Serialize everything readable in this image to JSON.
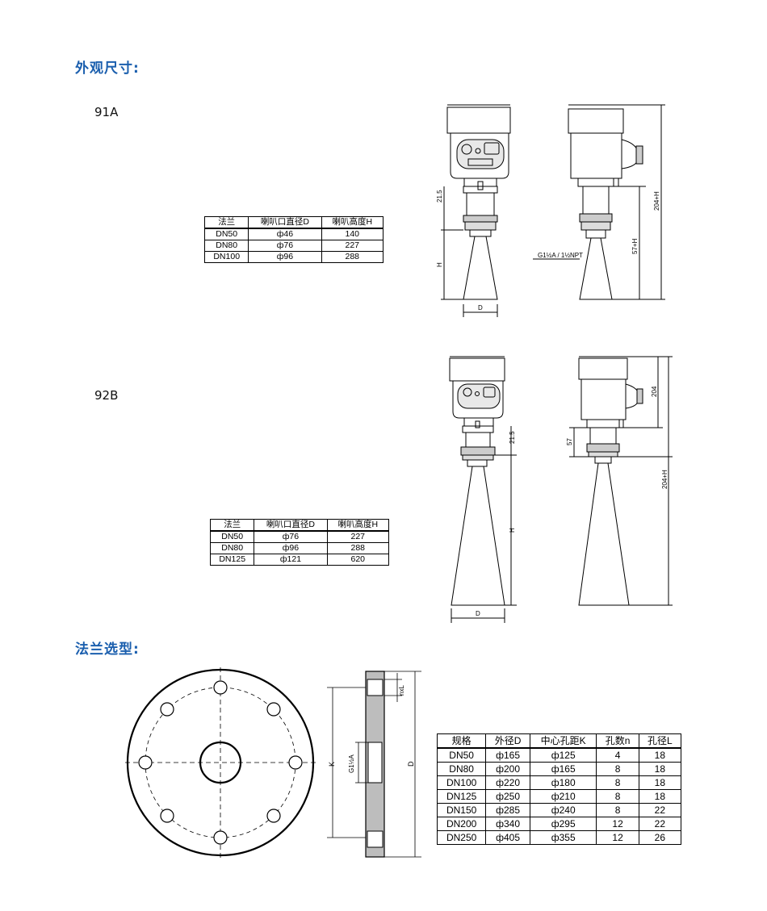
{
  "headings": {
    "appearance": "外观尺寸:",
    "flange": "法兰选型:"
  },
  "model_91a": {
    "name": "91A",
    "columns": [
      "法兰",
      "喇叭口直径D",
      "喇叭高度H"
    ],
    "rows": [
      [
        "DN50",
        "ф46",
        "140"
      ],
      [
        "DN80",
        "ф76",
        "227"
      ],
      [
        "DN100",
        "ф96",
        "288"
      ]
    ],
    "drawing_labels": {
      "dim_21_5": "21.5",
      "dim_H": "H",
      "dim_D": "D",
      "thread": "G1½A / 1½NPT",
      "dim_57H": "57+H",
      "dim_204H": "204+H"
    }
  },
  "model_92b": {
    "name": "92B",
    "columns": [
      "法兰",
      "喇叭口直径D",
      "喇叭高度H"
    ],
    "rows": [
      [
        "DN50",
        "ф76",
        "227"
      ],
      [
        "DN80",
        "ф96",
        "288"
      ],
      [
        "DN125",
        "ф121",
        "620"
      ]
    ],
    "drawing_labels": {
      "dim_21_5": "21.5",
      "dim_57": "57",
      "dim_H": "H",
      "dim_D": "D",
      "dim_204": "204",
      "dim_204H": "204+H"
    }
  },
  "flange_drawing": {
    "labels": {
      "K": "K",
      "D": "D",
      "thread": "G1½A",
      "nxL": "nxL"
    }
  },
  "flange_table": {
    "columns": [
      "规格",
      "外径D",
      "中心孔距K",
      "孔数n",
      "孔径L"
    ],
    "rows": [
      [
        "DN50",
        "ф165",
        "ф125",
        "4",
        "18"
      ],
      [
        "DN80",
        "ф200",
        "ф165",
        "8",
        "18"
      ],
      [
        "DN100",
        "ф220",
        "ф180",
        "8",
        "18"
      ],
      [
        "DN125",
        "ф250",
        "ф210",
        "8",
        "18"
      ],
      [
        "DN150",
        "ф285",
        "ф240",
        "8",
        "22"
      ],
      [
        "DN200",
        "ф340",
        "ф295",
        "12",
        "22"
      ],
      [
        "DN250",
        "ф405",
        "ф355",
        "12",
        "26"
      ]
    ]
  }
}
